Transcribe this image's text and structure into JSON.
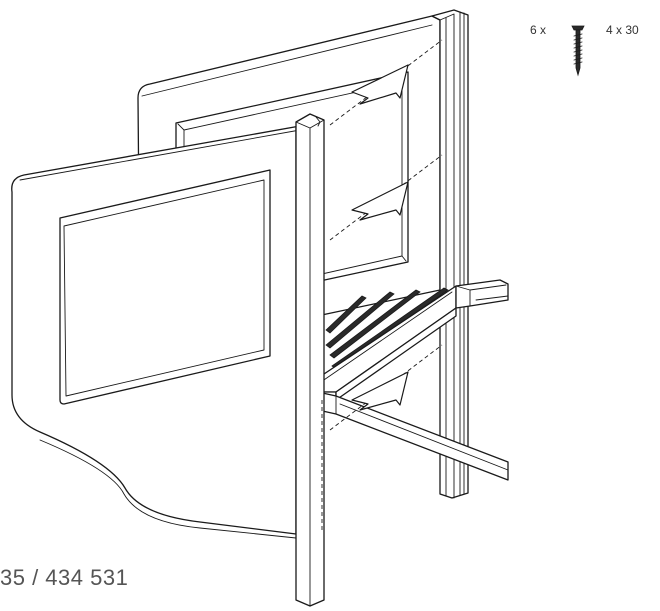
{
  "hardware": {
    "quantity": "6 x",
    "size": "4 x 30",
    "icon": "screw-icon"
  },
  "part_number": "35 / 434 531"
}
